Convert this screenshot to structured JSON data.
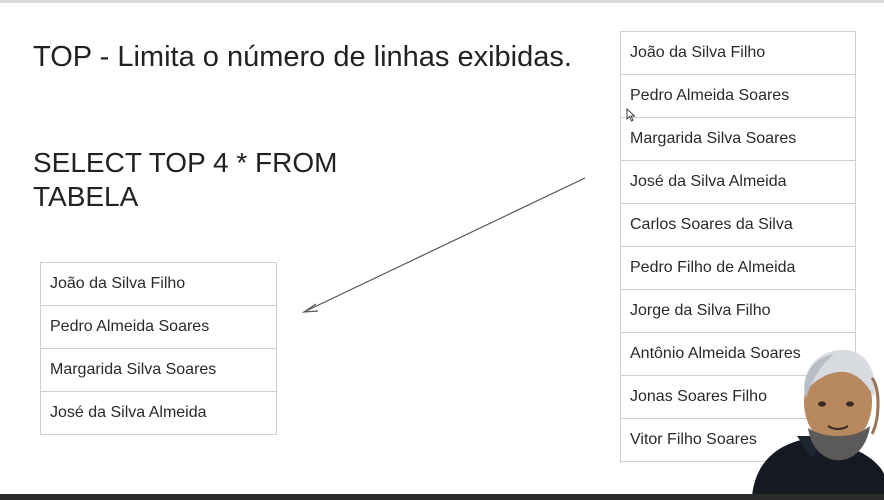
{
  "slide": {
    "title": "TOP - Limita o número de linhas exibidas.",
    "query_line1": "SELECT TOP 4 * FROM",
    "query_line2": "TABELA"
  },
  "result_table": {
    "rows": [
      "João da Silva Filho",
      "Pedro Almeida Soares",
      "Margarida Silva Soares",
      "José da Silva Almeida"
    ]
  },
  "source_table": {
    "rows": [
      "João da Silva Filho",
      "Pedro Almeida Soares",
      "Margarida Silva Soares",
      "José da Silva Almeida",
      "Carlos Soares da Silva",
      "Pedro Filho de Almeida",
      "Jorge da Silva Filho",
      "Antônio Almeida Soares",
      "Jonas Soares Filho",
      "Vitor Filho Soares"
    ]
  },
  "icons": {
    "cursor": "mouse-pointer-icon",
    "arrow": "arrow-icon"
  },
  "colors": {
    "background": "#ffffff",
    "text": "#222222",
    "table_border": "#cfcfcf"
  }
}
